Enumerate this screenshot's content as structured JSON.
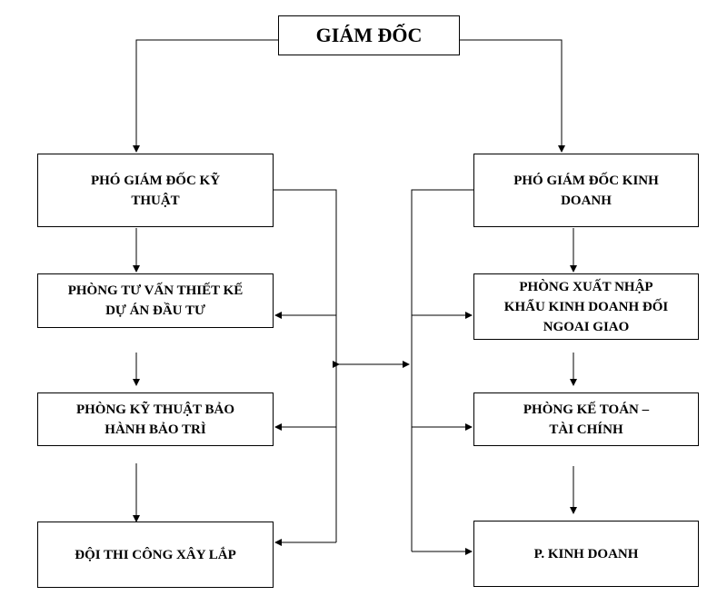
{
  "colors": {
    "line": "#000000",
    "box_border": "#000000",
    "background": "#ffffff",
    "text": "#000000"
  },
  "diagram": {
    "director": {
      "label": "GIÁM ĐỐC"
    },
    "deputy_technical": {
      "line1": "PHÓ GIÁM ĐỐC KỸ",
      "line2": "THUẬT"
    },
    "deputy_business": {
      "line1": "PHÓ GIÁM ĐỐC KINH",
      "line2": "DOANH"
    },
    "dept_design": {
      "line1": "PHÒNG TƯ VẤN THIẾT KẾ",
      "line2": "DỰ ÁN ĐẦU TƯ"
    },
    "dept_import_export": {
      "line1": "PHÒNG XUẤT NHẬP",
      "line2": "KHẨU KINH DOANH ĐỐI",
      "line3": "NGOAI GIAO"
    },
    "dept_tech_warranty": {
      "line1": "PHÒNG KỸ THUẬT BẢO",
      "line2": "HÀNH BẢO TRÌ"
    },
    "dept_accounting": {
      "line1": "PHÒNG KẾ TOÁN –",
      "line2": "TÀI CHÍNH"
    },
    "construction_team": {
      "label": "ĐỘI THI CÔNG XÂY LẮP"
    },
    "dept_business": {
      "label": "P. KINH DOANH"
    }
  }
}
